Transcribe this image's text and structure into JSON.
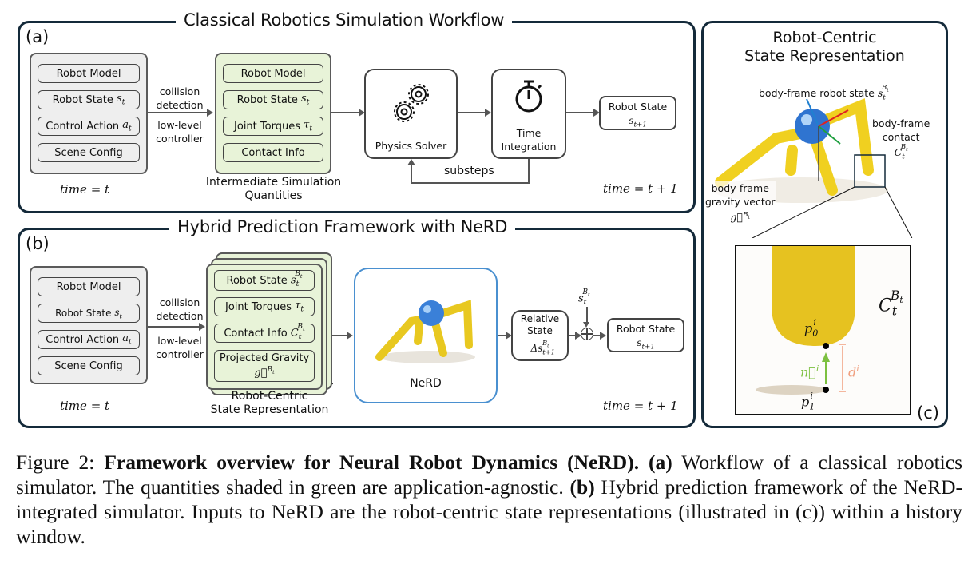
{
  "panel_a": {
    "tag": "(a)",
    "title": "Classical Robotics Simulation Workflow",
    "inputs": [
      "Robot Model",
      "Robot State s_t",
      "Control Action a_t",
      "Scene Config"
    ],
    "inputs_time": "time = t",
    "edge_label_1": "collision detection",
    "edge_label_2": "low-level controller",
    "intermediate": [
      "Robot Model",
      "Robot State s_t",
      "Joint Torques τ_t",
      "Contact Info"
    ],
    "intermediate_caption": "Intermediate Simulation Quantities",
    "physics_solver": "Physics Solver",
    "time_integration": "Time Integration",
    "substeps": "substeps",
    "output_title": "Robot State",
    "output_var": "s_{t+1}",
    "output_time": "time = t + 1"
  },
  "panel_b": {
    "tag": "(b)",
    "title": "Hybrid Prediction Framework with NeRD",
    "inputs": [
      "Robot Model",
      "Robot State s_t",
      "Control Action a_t",
      "Scene Config"
    ],
    "inputs_time": "time = t",
    "edge_label_1": "collision detection",
    "edge_label_2": "low-level controller",
    "rc_items": [
      "Robot State s_t^{B_t}",
      "Joint Torques τ_t",
      "Contact Info C_t^{B_t}",
      "Projected Gravity g^{B_t}"
    ],
    "rc_caption": "Robot-Centric State Representation",
    "nerd_label": "NeRD",
    "relative_state": "Relative State",
    "relative_var": "Δs_{t+1}^{B_t}",
    "sum_input": "s_t^{B_t}",
    "output_title": "Robot State",
    "output_var": "s_{t+1}",
    "output_time": "time = t + 1"
  },
  "panel_c": {
    "tag": "(c)",
    "title": "Robot-Centric State Representation",
    "label_state": "body-frame robot state s_t^{B_t}",
    "label_contact": "body-frame contact C_t^{B_t}",
    "label_gravity": "body-frame gravity vector g^{B_t}",
    "zoom_contact": "C_t^{B_t}",
    "p0": "p_0^i",
    "p1": "p_1^i",
    "normal": "n^i",
    "distance": "d^i"
  },
  "caption": {
    "prefix": "Figure 2:",
    "bold_title": "Framework overview for Neural Robot Dynamics (NeRD).",
    "a_tag": "(a)",
    "a_text": "Workflow of a classical robotics simulator. The quantities shaded in green are application-agnostic.",
    "b_tag": "(b)",
    "b_text": "Hybrid prediction framework of the NeRD-integrated simulator. Inputs to NeRD are the robot-centric state representations (illustrated in (c)) within a history window."
  },
  "colors": {
    "frame": "#142a3a",
    "grey_fill": "#eeeeee",
    "green_fill": "#e8f3d8",
    "nerd_border": "#4a90d0",
    "axis_x": "#e02020",
    "axis_y": "#20a040",
    "axis_z": "#2080d0",
    "normal": "#7cc040",
    "distance": "#f0a080"
  }
}
